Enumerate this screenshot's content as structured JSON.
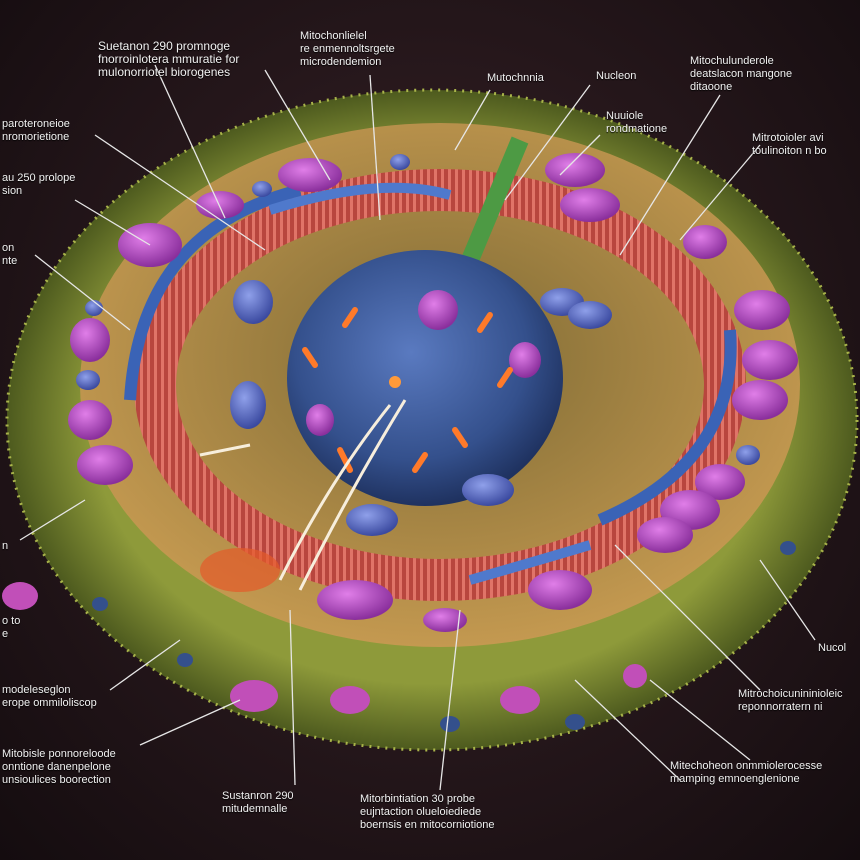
{
  "labels": [
    {
      "id": "top-left-1",
      "text": "Suetanon 290 promnoge\nfnorroinlotera mmuratie for\nmulonorriotel biorogenes"
    },
    {
      "id": "top-center-1",
      "text": "Mitochonlielel\nre enmennoltsrgete\nmicrodendemion"
    },
    {
      "id": "top-center-2",
      "text": "Mutochnnia"
    },
    {
      "id": "top-center-3",
      "text": "Nucleon"
    },
    {
      "id": "top-right-1",
      "text": "Mitochulunderole\ndeatslacon mangone\nditaoone"
    },
    {
      "id": "mid-center-1",
      "text": "Nuuiole\nrondmatione"
    },
    {
      "id": "right-1",
      "text": "Mitrotoioler avi\ntoulinoiton n bo"
    },
    {
      "id": "left-1",
      "text": "paroteroneioe\nnromorietione"
    },
    {
      "id": "left-2",
      "text": "au 250 prolope\nsion"
    },
    {
      "id": "left-3",
      "text": "on\nnte"
    },
    {
      "id": "left-4",
      "text": "n"
    },
    {
      "id": "left-5",
      "text": "o to\ne"
    },
    {
      "id": "bottom-left-1",
      "text": "modeleseglon\nerope ommiloliscop"
    },
    {
      "id": "bottom-left-2",
      "text": "Mitobisle ponnoreloode\nonntione danenpelone\nunsioulices boorection"
    },
    {
      "id": "bottom-center-1",
      "text": "Sustanron 290\nmitudemnalle"
    },
    {
      "id": "bottom-center-2",
      "text": "Mitorbintiation 30 probe\neujntaction olueloiediede\nboernsis en mitocorniotione"
    },
    {
      "id": "right-2",
      "text": "Nucol"
    },
    {
      "id": "bottom-right-1",
      "text": "Mitrochoicunininioleic\nreponnorratern ni"
    },
    {
      "id": "bottom-right-2",
      "text": "Mitechoheon onmmiolerocesse\nmamping emnoenglenione"
    }
  ],
  "colors": {
    "background": "#1f1418",
    "membrane": "#7a8a30",
    "cytoplasm": "#b88a44",
    "mito_red": "#c0443a",
    "er_blue": "#3a63b6",
    "nucleus": "#3b5a9a",
    "vesicle": "#b14fc4"
  }
}
